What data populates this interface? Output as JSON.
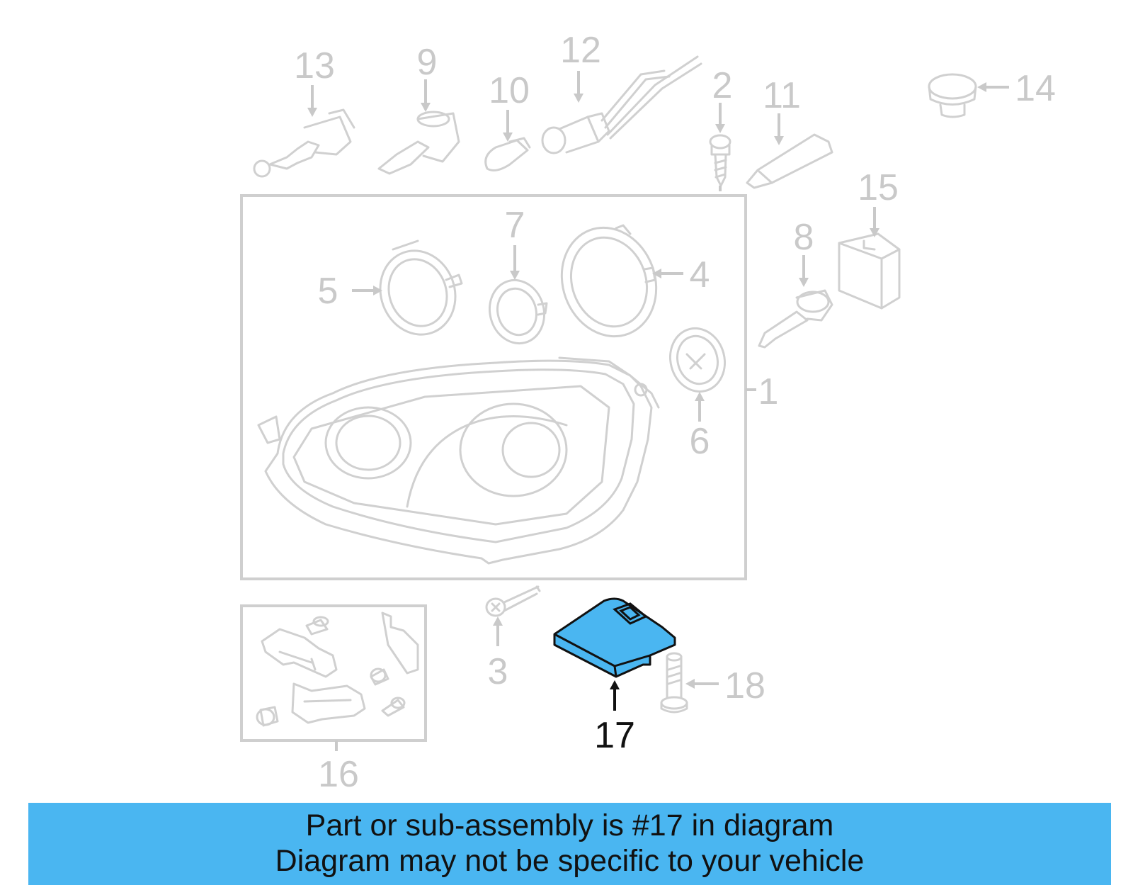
{
  "diagram": {
    "callouts": [
      "1",
      "2",
      "3",
      "4",
      "5",
      "6",
      "7",
      "8",
      "9",
      "10",
      "11",
      "12",
      "13",
      "14",
      "15",
      "16",
      "17",
      "18"
    ],
    "highlighted_part": "17",
    "highlight_color": "#4ab6f1",
    "line_color": "#d0d0d0",
    "label_color": "#c9c9c9"
  },
  "banner": {
    "line1": "Part or sub-assembly is #17 in diagram",
    "line2": "Diagram may not be specific to your vehicle",
    "background": "#4ab6f1"
  }
}
